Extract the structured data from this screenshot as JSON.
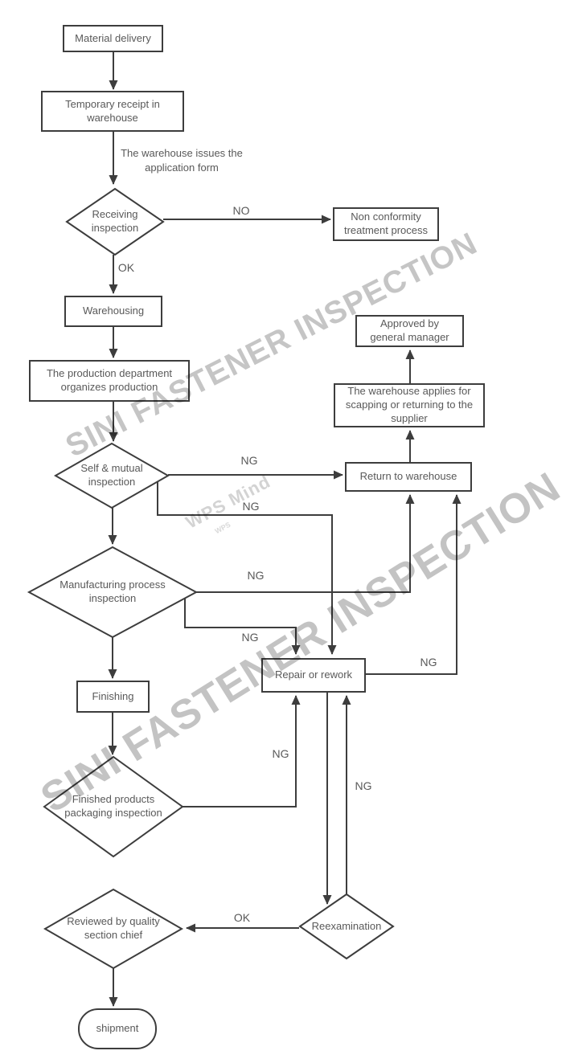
{
  "colors": {
    "line": "#3d3d3d",
    "text": "#595959",
    "watermark": "#c5c5c5",
    "background": "#ffffff"
  },
  "watermarks": {
    "brand": "SINI FASTENER INSPECTION",
    "brand2": "SINI FASTENER INSPECTION",
    "wps_main": "WPS Mind",
    "wps_sub": "WPS"
  },
  "nodes": {
    "material_delivery": "Material delivery",
    "temporary_receipt": "Temporary receipt in warehouse",
    "receiving_inspection": "Receiving inspection",
    "non_conformity": "Non conformity treatment process",
    "warehousing": "Warehousing",
    "production_department": "The production department organizes production",
    "self_mutual": "Self & mutual inspection",
    "approved_gm": "Approved by general manager",
    "warehouse_applies": "The warehouse applies for scapping or returning to the supplier",
    "return_warehouse": "Return to warehouse",
    "manufacturing": "Manufacturing process inspection",
    "finishing": "Finishing",
    "repair_rework": "Repair or rework",
    "finished_products": "Finished products packaging inspection",
    "reviewed_chief": "Reviewed by quality section chief",
    "reexamination": "Reexamination",
    "shipment": "shipment"
  },
  "edge_labels": {
    "warehouse_issues": "The warehouse issues the application form",
    "no_receiving": "NO",
    "ok_receiving": "OK",
    "ng_self_to_return": "NG",
    "ng_self_to_repair": "NG",
    "ng_manufacturing_to_return": "NG",
    "ng_manufacturing_to_repair": "NG",
    "ng_packaging_to_repair": "NG",
    "ng_reexamination_to_repair": "NG",
    "ng_repair_to_return": "NG",
    "ok_reexamination": "OK"
  }
}
